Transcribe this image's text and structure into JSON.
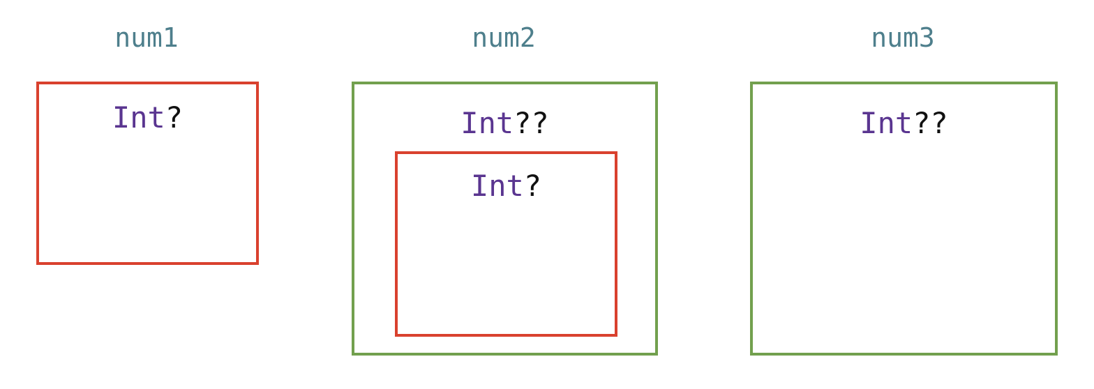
{
  "labels": {
    "num1": "num1",
    "num2": "num2",
    "num3": "num3"
  },
  "types": {
    "num1_box": {
      "keyword": "Int",
      "suffix": "?"
    },
    "num2_outer": {
      "keyword": "Int",
      "suffix": "??"
    },
    "num2_inner": {
      "keyword": "Int",
      "suffix": "?"
    },
    "num3_box": {
      "keyword": "Int",
      "suffix": "??"
    }
  },
  "colors": {
    "label_text": "#4e7f8c",
    "type_keyword": "#5a3590",
    "question_mark": "#111111",
    "optional_border": "#d9412e",
    "double_optional_border": "#72a04e"
  }
}
